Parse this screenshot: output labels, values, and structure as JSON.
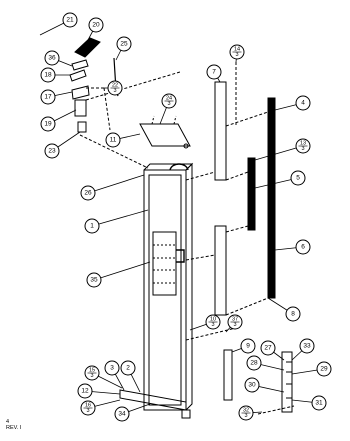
{
  "drawing": {
    "callouts": [
      {
        "id": "c21",
        "label": "21"
      },
      {
        "id": "c20",
        "label": "20"
      },
      {
        "id": "c36",
        "label": "36"
      },
      {
        "id": "c18",
        "label": "18"
      },
      {
        "id": "c17",
        "label": "17"
      },
      {
        "id": "c19",
        "label": "19"
      },
      {
        "id": "c23",
        "label": "23"
      },
      {
        "id": "c25",
        "label": "25"
      },
      {
        "id": "c22",
        "label": "22",
        "sub": "3"
      },
      {
        "id": "c24",
        "label": "24",
        "sub": "3"
      },
      {
        "id": "c11",
        "label": "11"
      },
      {
        "id": "c26",
        "label": "26"
      },
      {
        "id": "c1",
        "label": "1"
      },
      {
        "id": "c35",
        "label": "35"
      },
      {
        "id": "c14",
        "label": "14",
        "sub": "3"
      },
      {
        "id": "c7",
        "label": "7"
      },
      {
        "id": "c4",
        "label": "4"
      },
      {
        "id": "c13",
        "label": "13",
        "sub": "3"
      },
      {
        "id": "c5",
        "label": "5"
      },
      {
        "id": "c6",
        "label": "6"
      },
      {
        "id": "c8",
        "label": "8"
      },
      {
        "id": "c10",
        "label": "10",
        "sub": "3"
      },
      {
        "id": "c37",
        "label": "37",
        "sub": "3"
      },
      {
        "id": "c9",
        "label": "9"
      },
      {
        "id": "c27",
        "label": "27"
      },
      {
        "id": "c33",
        "label": "33"
      },
      {
        "id": "c28",
        "label": "28"
      },
      {
        "id": "c29",
        "label": "29"
      },
      {
        "id": "c30",
        "label": "30"
      },
      {
        "id": "c31",
        "label": "31"
      },
      {
        "id": "c32",
        "label": "32",
        "sub": "3"
      },
      {
        "id": "c3",
        "label": "3"
      },
      {
        "id": "c2",
        "label": "2"
      },
      {
        "id": "c12",
        "label": "12"
      },
      {
        "id": "c15",
        "label": "15",
        "sub": "3"
      },
      {
        "id": "c16",
        "label": "16",
        "sub": "3"
      },
      {
        "id": "c34",
        "label": "34"
      }
    ],
    "revision": {
      "line1": "4",
      "line2": "REV. I"
    }
  }
}
